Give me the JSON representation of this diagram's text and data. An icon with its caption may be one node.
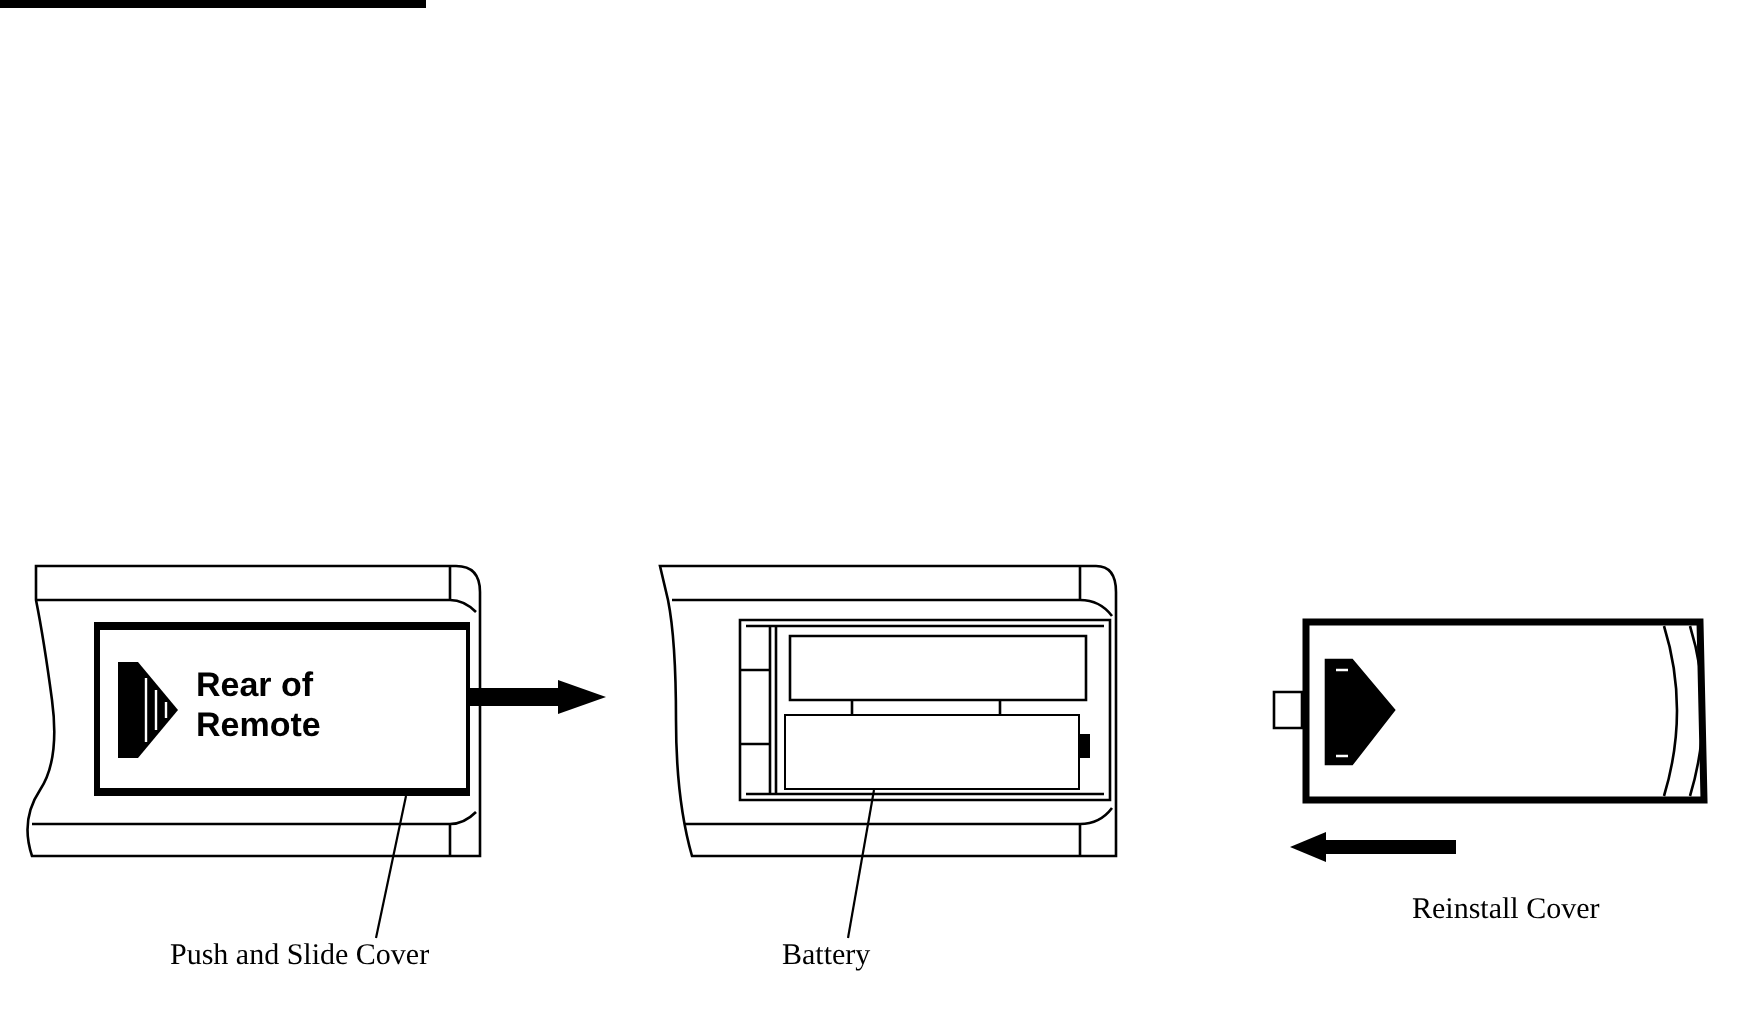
{
  "diagram": {
    "nodes": [
      {
        "text": [
          "Push and Slide Cover"
        ]
      },
      {
        "text": [
          "Rear of Remote"
        ]
      },
      {
        "text": [
          "Battery"
        ]
      },
      {
        "text": [],
        "shape": "box"
      }
    ],
    "edges": [
      {
        "from": 0,
        "to": 1,
        "arrow": "none"
      },
      {
        "from": 2,
        "to": 3,
        "arrow": "none"
      }
    ],
    "labels": [
      "Reinstall Cover"
    ]
  }
}
